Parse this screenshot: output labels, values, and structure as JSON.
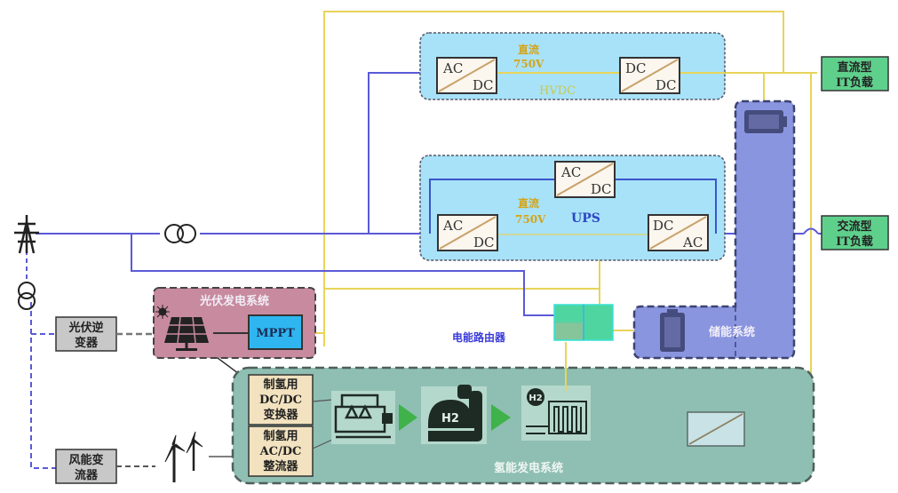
{
  "diagram": {
    "title": "",
    "hvdc": {
      "label": "HVDC",
      "bus_label_line1": "直流",
      "bus_label_line2": "750V",
      "rectifier": {
        "top": "AC",
        "bottom": "DC"
      },
      "dcdc": {
        "top": "DC",
        "bottom": "DC"
      }
    },
    "ups": {
      "label": "UPS",
      "bus_label_line1": "直流",
      "bus_label_line2": "750V",
      "bypass_converter": {
        "top": "AC",
        "bottom": "DC"
      },
      "rectifier": {
        "top": "AC",
        "bottom": "DC"
      },
      "inverter": {
        "top": "DC",
        "bottom": "AC"
      }
    },
    "loads": {
      "dc_load": {
        "line1": "直流型",
        "line2": "IT负载"
      },
      "ac_load": {
        "line1": "交流型",
        "line2": "IT负载"
      }
    },
    "pv_system": {
      "label": "光伏发电系统",
      "mppt": "MPPT"
    },
    "pv_inverter": {
      "line1": "光伏逆",
      "line2": "变器"
    },
    "wind_converter": {
      "line1": "风能变",
      "line2": "流器"
    },
    "energy_router": {
      "label": "电能路由器"
    },
    "storage": {
      "label": "储能系统"
    },
    "hydrogen_system": {
      "label": "氢能发电系统",
      "dcdc_converter": {
        "line1": "制氢用",
        "line2": "DC/DC",
        "line3": "变换器"
      },
      "acdc_rectifier": {
        "line1": "制氢用",
        "line2": "AC/DC",
        "line3": "整流器"
      },
      "tank_label": "H2",
      "fuel_cell_label": "H2"
    },
    "colors": {
      "ac_line": "#5a5ad8",
      "dc_line": "#e8d45a",
      "hvdc_panel": "#a8e2f8",
      "pv_panel": "#c78a9e",
      "hydrogen_panel": "#8fbfb2",
      "storage_panel": "#8a95e0",
      "load_box": "#5fd08c",
      "mppt_box": "#2fb6f0",
      "router_box": "#4fd6a0",
      "grey_box": "#c8c8c8",
      "converter_box": "#f2e2bf"
    }
  }
}
